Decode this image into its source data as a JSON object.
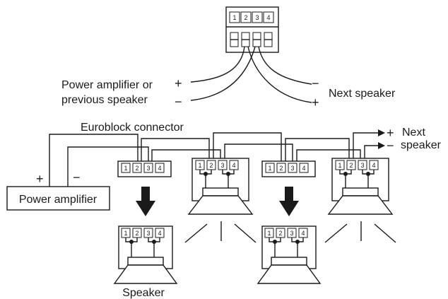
{
  "terminal": {
    "pins": [
      "1",
      "2",
      "3",
      "4"
    ]
  },
  "labels": {
    "power_amp_or_prev_line1": "Power amplifier or",
    "power_amp_or_prev_line2": "previous speaker",
    "next_speaker_top": "Next speaker",
    "euroblock_connector": "Euroblock connector",
    "next_line1": "Next",
    "next_line2": "speaker",
    "power_amplifier": "Power amplifier",
    "speaker": "Speaker"
  },
  "symbols": {
    "plus": "+",
    "minus": "−"
  }
}
